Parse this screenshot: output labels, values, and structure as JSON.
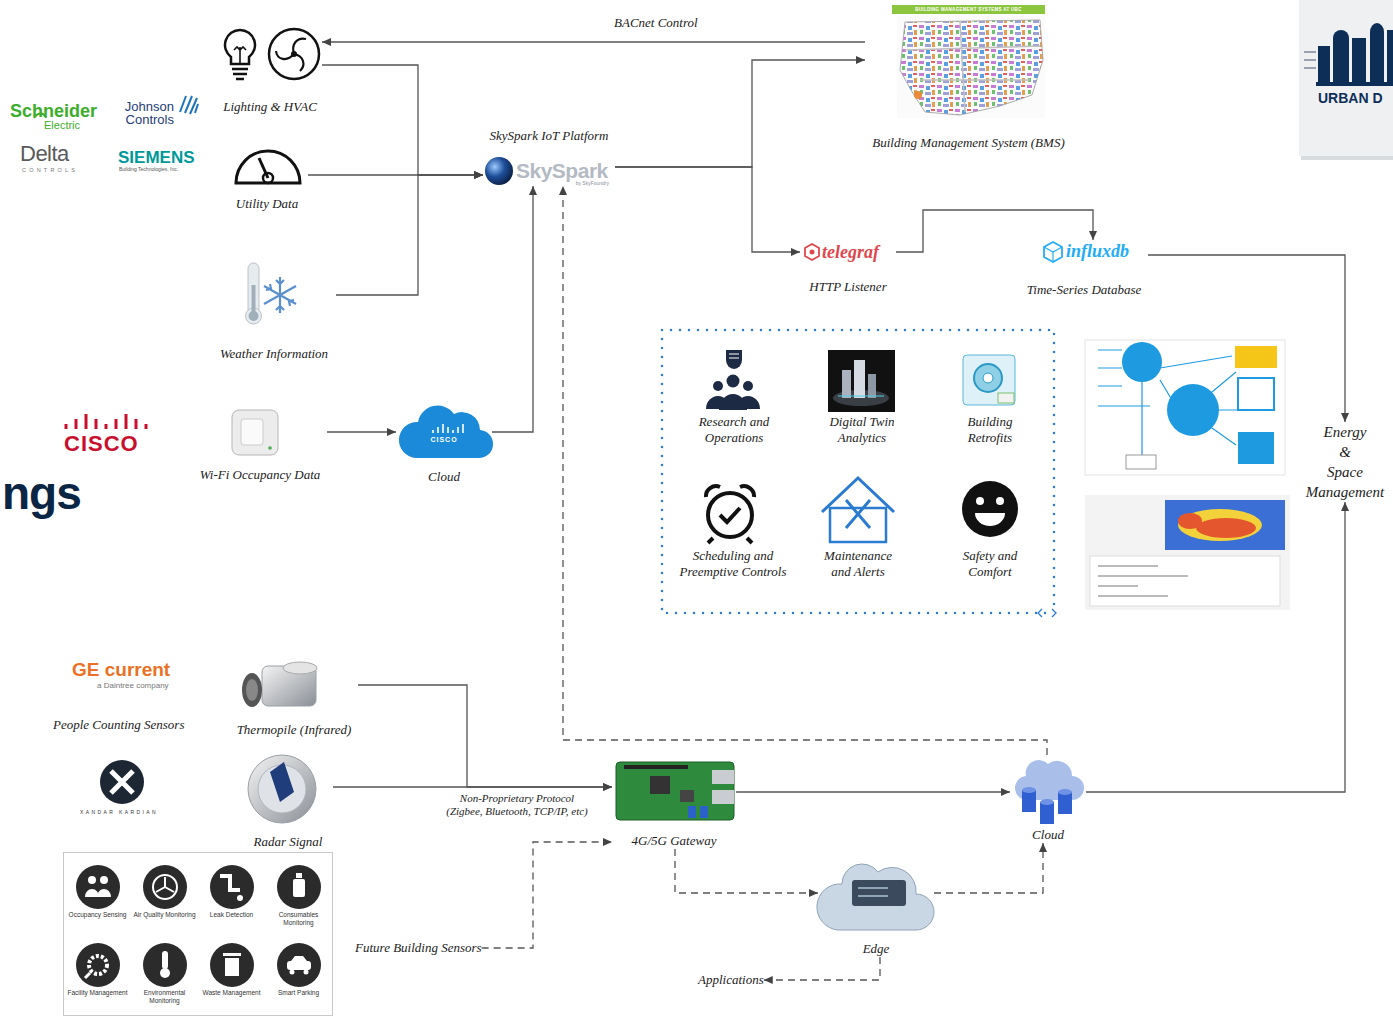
{
  "diagram": {
    "nodes": [
      {
        "text": [
          "Lighting & HVAC"
        ]
      },
      {
        "text": [
          "Utility Data"
        ]
      },
      {
        "text": [
          "Weather Information"
        ]
      },
      {
        "text": [
          "SkySpark IoT Platform",
          "SkySpark",
          "by SkyFoundry"
        ]
      },
      {
        "text": [
          "BUILDING MANAGEMENT SYSTEMS AT UBC",
          "Building Management System (BMS)"
        ]
      },
      {
        "text": [
          "telegraf",
          "HTTP Listener"
        ]
      },
      {
        "text": [
          "influxdb",
          "Time-Series Database"
        ]
      },
      {
        "text": [
          "Energy & Space Management"
        ]
      },
      {
        "text": [
          "Wi-Fi Occupancy Data"
        ]
      },
      {
        "text": [
          "CISCO",
          "Cloud"
        ]
      },
      {
        "text": [
          "Research and Operations"
        ]
      },
      {
        "text": [
          "Digital Twin Analytics"
        ]
      },
      {
        "text": [
          "Building Retrofits"
        ]
      },
      {
        "text": [
          "Scheduling and Preemptive Controls"
        ]
      },
      {
        "text": [
          "Maintenance and Alerts"
        ]
      },
      {
        "text": [
          "Safety and Comfort"
        ]
      },
      {
        "text": [
          "Thermopile (Infrared)"
        ]
      },
      {
        "text": [
          "Radar Signal"
        ]
      },
      {
        "text": [
          "Occupancy Sensing",
          "Air Quality Monitoring",
          "Leak Detection",
          "Consumables Monitoring",
          "Facility Management",
          "Environmental Monitoring",
          "Waste Management",
          "Smart Parking"
        ]
      },
      {
        "text": [
          "Future Building Sensors"
        ]
      },
      {
        "text": [
          "4G/5G Gateway"
        ]
      },
      {
        "text": [
          "Cloud"
        ]
      },
      {
        "text": [
          "Edge"
        ]
      },
      {
        "text": [
          "Applications"
        ]
      }
    ],
    "edges": [
      {
        "from": 4,
        "to": 0,
        "label": "BACnet Control",
        "arrow": "to"
      },
      {
        "from": 0,
        "to": 3,
        "arrow": "to"
      },
      {
        "from": 1,
        "to": 3,
        "arrow": "to"
      },
      {
        "from": 2,
        "to": 3,
        "arrow": "to"
      },
      {
        "from": 8,
        "to": 9,
        "arrow": "to"
      },
      {
        "from": 9,
        "to": 3,
        "arrow": "to"
      },
      {
        "from": 3,
        "to": 4,
        "arrow": "to"
      },
      {
        "from": 3,
        "to": 5,
        "arrow": "to"
      },
      {
        "from": 5,
        "to": 6,
        "arrow": "to"
      },
      {
        "from": 6,
        "to": 7,
        "arrow": "to"
      },
      {
        "from": 21,
        "to": 7,
        "arrow": "to"
      },
      {
        "from": 21,
        "to": 3,
        "arrow": "to"
      },
      {
        "from": 16,
        "to": 20,
        "arrow": "to"
      },
      {
        "from": 17,
        "to": 20,
        "label": "Non-Proprietary Protocol (Zigbee, Bluetooth, TCP/IP, etc)",
        "arrow": "to"
      },
      {
        "from": 20,
        "to": 21,
        "arrow": "to"
      },
      {
        "from": 20,
        "to": 22,
        "arrow": "to"
      },
      {
        "from": 22,
        "to": 21,
        "arrow": "to"
      },
      {
        "from": 22,
        "to": 23,
        "arrow": "to"
      },
      {
        "from": 19,
        "to": 20,
        "arrow": "to"
      }
    ],
    "labels": [
      "Schneider",
      "Electric",
      "Johnson Controls",
      "Delta",
      "CONTROLS",
      "SIEMENS",
      "Building Technologies, Inc.",
      "URBAN D",
      "ngs",
      "CISCO",
      "GE current",
      "a Daintree company",
      "People Counting Sensors",
      "XANDAR KARDIAN"
    ]
  }
}
